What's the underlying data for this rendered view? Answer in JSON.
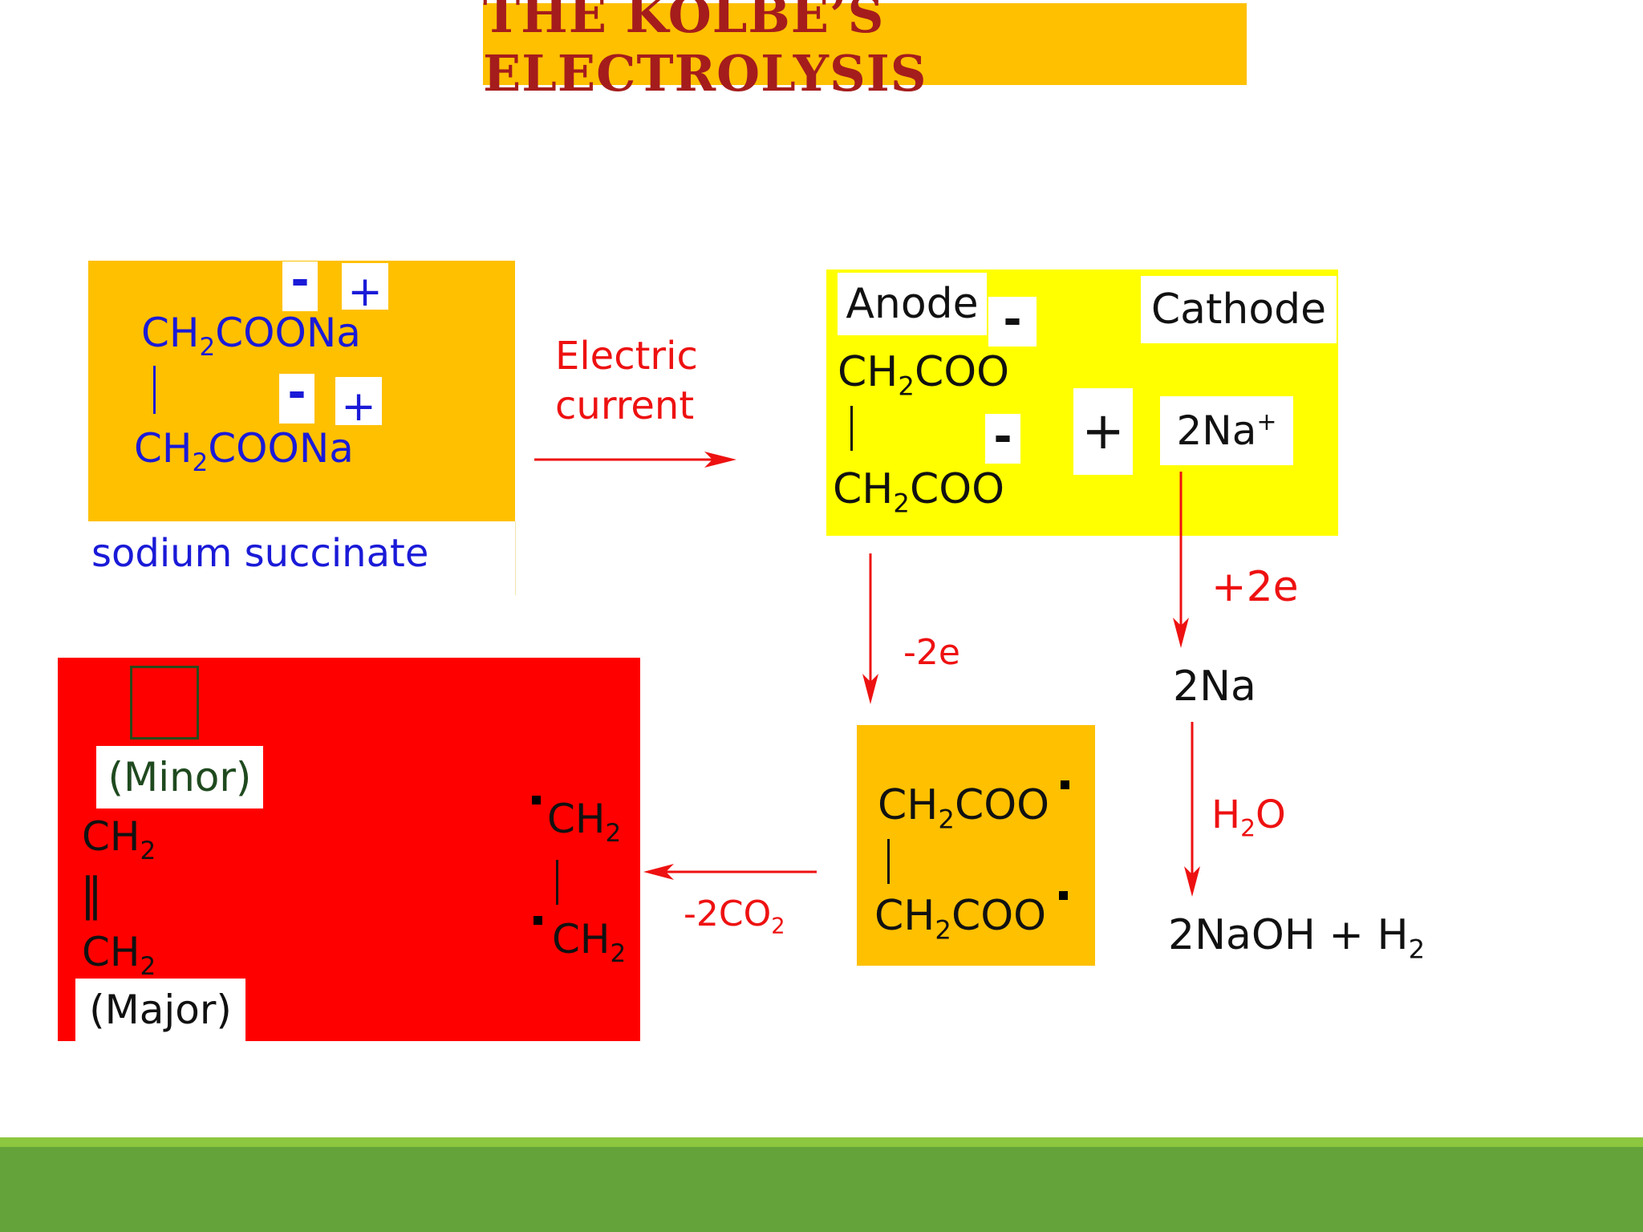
{
  "title": "THE KOLBE’S ELECTROLYSIS",
  "reactant": {
    "line1": "CH",
    "line1_sub": "2",
    "line1_rest": "COONa",
    "line2": "CH",
    "line2_sub": "2",
    "line2_rest": "COONa",
    "minus": "-",
    "plus": "+",
    "name": "sodium succinate"
  },
  "arrow_label": {
    "line1": "Electric",
    "line2": "current"
  },
  "electrolysis": {
    "anode": "Anode",
    "cathode": "Cathode",
    "ion_line1": "CH",
    "ion_sub": "2",
    "ion_rest": "COO",
    "minus": "-",
    "plus": "+",
    "sodium_ion": "2Na",
    "sodium_charge": "+"
  },
  "anode_step": "-2e",
  "cathode_step": "+2e",
  "sodium": "2Na",
  "water": {
    "h": "H",
    "sub": "2",
    "o": "O"
  },
  "cathode_product": {
    "text": "2NaOH + H",
    "sub": "2"
  },
  "radical": {
    "ch": "CH",
    "sub": "2",
    "rest": "COO"
  },
  "decarboxylation": {
    "text": "-2CO",
    "sub": "2"
  },
  "products": {
    "minor": "(Minor)",
    "major": "(Major)",
    "ch": "CH",
    "sub": "2",
    "double_bond": "‖",
    "single_bond": "|"
  },
  "colors": {
    "orange": "#ffc000",
    "yellow": "#ffff00",
    "red": "#ff0000",
    "title_text": "#a51c1c",
    "arrow_red": "#ee1111",
    "blue_text": "#1a1ad8",
    "footer_light": "#8dc63f",
    "footer_dark": "#63a33a"
  }
}
